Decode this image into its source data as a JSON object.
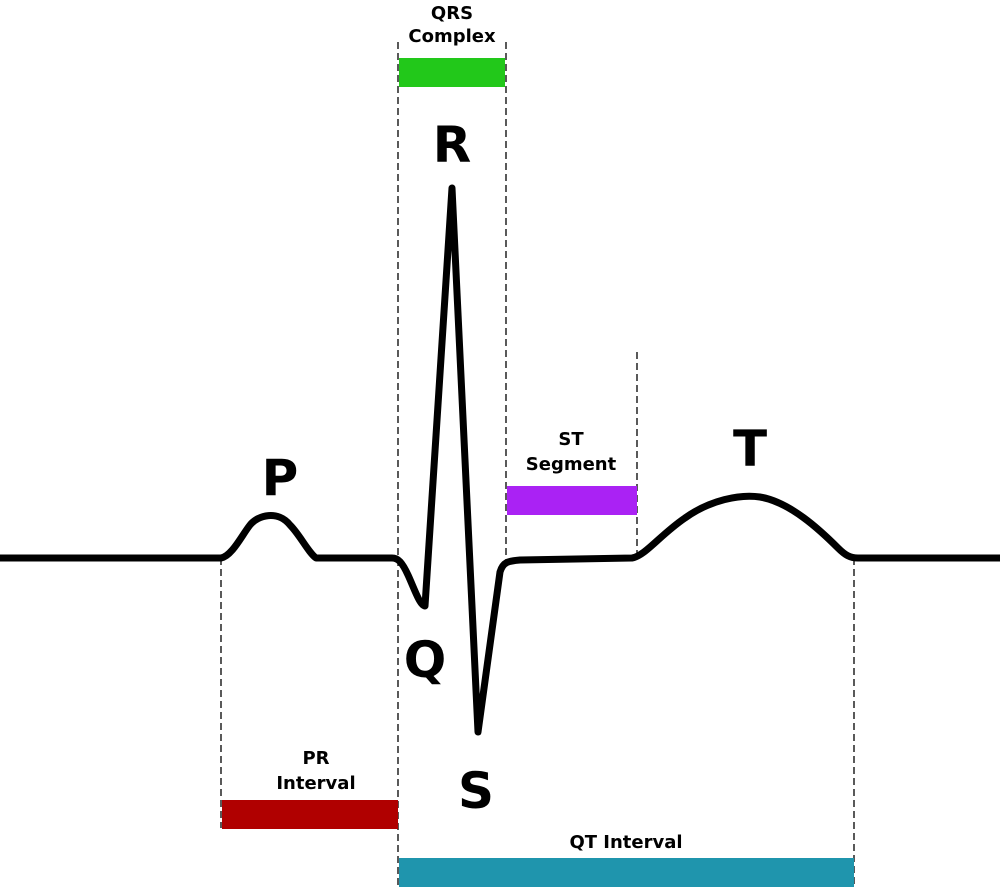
{
  "diagram": {
    "title": "ECG waveform",
    "waves": {
      "p": "P",
      "q": "Q",
      "r": "R",
      "s": "S",
      "t": "T"
    },
    "segments": [
      {
        "id": "qrs",
        "label_lines": [
          "QRS",
          "Complex"
        ],
        "color": "#22c81a"
      },
      {
        "id": "st",
        "label_lines": [
          "ST",
          "Segment"
        ],
        "color": "#aa22f4"
      },
      {
        "id": "pr",
        "label_lines": [
          "PR",
          "Interval"
        ],
        "color": "#b00000"
      },
      {
        "id": "qt",
        "label_lines": [
          "QT Interval"
        ],
        "color": "#1f95ad"
      }
    ],
    "colors": {
      "trace": "#000000",
      "background": "#ffffff"
    }
  }
}
